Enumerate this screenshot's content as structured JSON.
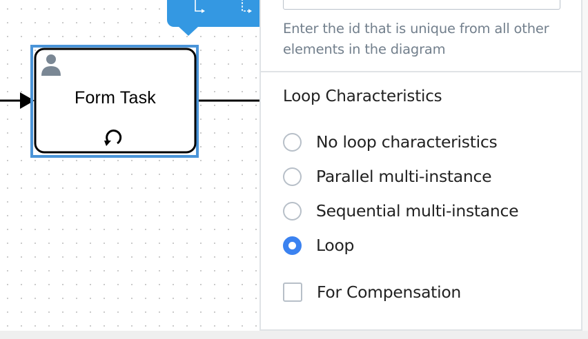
{
  "canvas": {
    "task": {
      "label": "Form Task",
      "type_icon": "user-icon",
      "marker_icon": "loop-marker-icon",
      "selected": true,
      "selection_color": "#4a94d8"
    },
    "context_pad": {
      "color": "#3498e2",
      "items": [
        {
          "icon": "sequence-flow-connect-icon"
        },
        {
          "icon": "association-connect-icon"
        }
      ]
    }
  },
  "properties_panel": {
    "id_field": {
      "value": "",
      "hint": "Enter the id that is unique from all other elements in the diagram"
    },
    "loop_section": {
      "title": "Loop Characteristics",
      "options": [
        {
          "label": "No loop characteristics",
          "checked": false
        },
        {
          "label": "Parallel multi-instance",
          "checked": false
        },
        {
          "label": "Sequential multi-instance",
          "checked": false
        },
        {
          "label": "Loop",
          "checked": true
        }
      ],
      "compensation": {
        "label": "For Compensation",
        "checked": false
      }
    },
    "accent_color": "#3b82f0"
  }
}
